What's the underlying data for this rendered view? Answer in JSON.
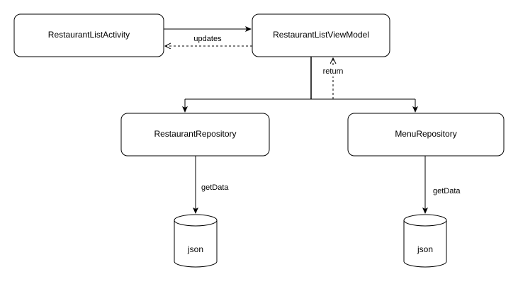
{
  "diagram": {
    "nodes": {
      "activity": {
        "label": "RestaurantListActivity"
      },
      "viewmodel": {
        "label": "RestaurantListViewModel"
      },
      "restaurant_repo": {
        "label": "RestaurantRepository"
      },
      "menu_repo": {
        "label": "MenuRepository"
      },
      "restaurant_db": {
        "label": "json"
      },
      "menu_db": {
        "label": "json"
      }
    },
    "edges": {
      "updates": {
        "label": "updates"
      },
      "return": {
        "label": "return"
      },
      "get_data_restaurant": {
        "label": "getData"
      },
      "get_data_menu": {
        "label": "getData"
      }
    },
    "colors": {
      "stroke": "#000000",
      "fill": "#ffffff",
      "text": "#000000"
    }
  }
}
